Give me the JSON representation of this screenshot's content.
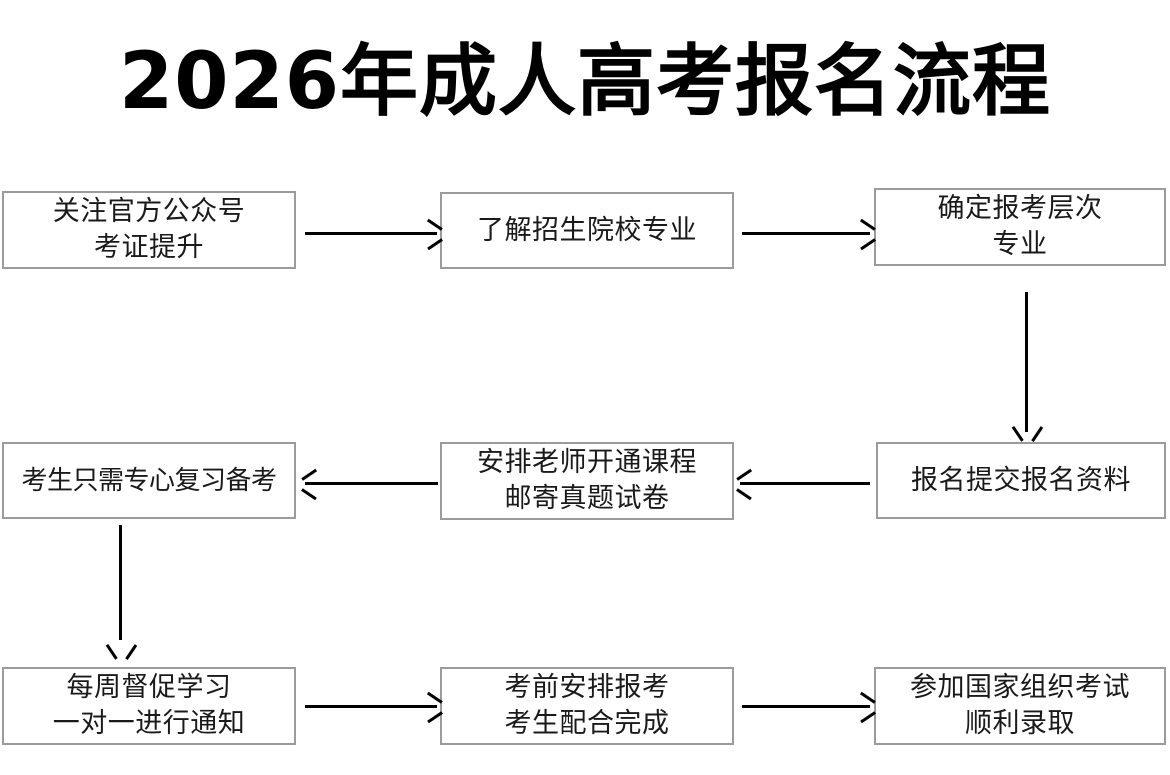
{
  "page": {
    "title": "2026年成人高考报名流程",
    "background_color": "#ffffff",
    "box_border_color": "#9b9b9b",
    "arrow_color": "#000000",
    "text_color": "#1a1a1a"
  },
  "flow": {
    "nodes": [
      {
        "id": "n1",
        "row": 1,
        "col": 1,
        "lines": [
          "关注官方公众号",
          "考证提升"
        ]
      },
      {
        "id": "n2",
        "row": 1,
        "col": 2,
        "lines": [
          "了解招生院校专业"
        ]
      },
      {
        "id": "n3",
        "row": 1,
        "col": 3,
        "lines": [
          "确定报考层次",
          "专业"
        ]
      },
      {
        "id": "n4",
        "row": 2,
        "col": 3,
        "lines": [
          "报名提交报名资料"
        ]
      },
      {
        "id": "n5",
        "row": 2,
        "col": 2,
        "lines": [
          "安排老师开通课程",
          "邮寄真题试卷"
        ]
      },
      {
        "id": "n6",
        "row": 2,
        "col": 1,
        "lines": [
          "考生只需专心复习备考"
        ]
      },
      {
        "id": "n7",
        "row": 3,
        "col": 1,
        "lines": [
          "每周督促学习",
          "一对一进行通知"
        ]
      },
      {
        "id": "n8",
        "row": 3,
        "col": 2,
        "lines": [
          "考前安排报考",
          "考生配合完成"
        ]
      },
      {
        "id": "n9",
        "row": 3,
        "col": 3,
        "lines": [
          "参加国家组织考试",
          "顺利录取"
        ]
      }
    ],
    "edges": [
      {
        "id": "e1",
        "from": "n1",
        "to": "n2",
        "direction": "right"
      },
      {
        "id": "e2",
        "from": "n2",
        "to": "n3",
        "direction": "right"
      },
      {
        "id": "e3",
        "from": "n3",
        "to": "n4",
        "direction": "down"
      },
      {
        "id": "e4",
        "from": "n4",
        "to": "n5",
        "direction": "left"
      },
      {
        "id": "e5",
        "from": "n5",
        "to": "n6",
        "direction": "left"
      },
      {
        "id": "e6",
        "from": "n6",
        "to": "n7",
        "direction": "down"
      },
      {
        "id": "e7",
        "from": "n7",
        "to": "n8",
        "direction": "right"
      },
      {
        "id": "e8",
        "from": "n8",
        "to": "n9",
        "direction": "right"
      }
    ]
  }
}
